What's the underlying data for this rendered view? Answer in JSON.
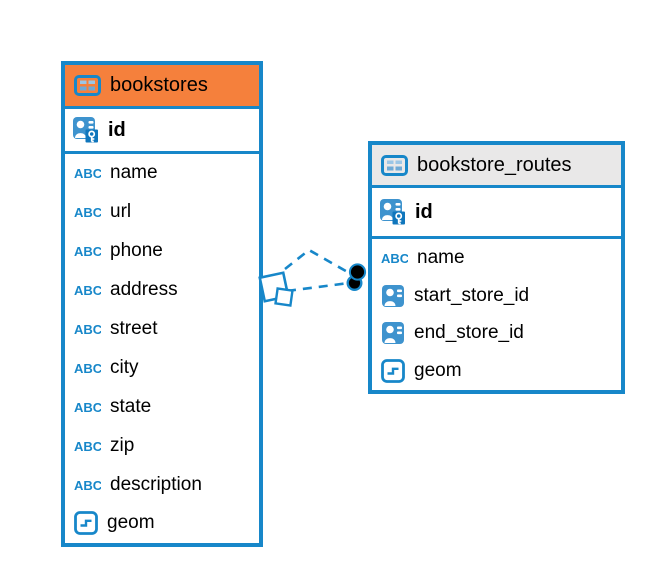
{
  "diagram": {
    "background": "#FFFFFF",
    "colors": {
      "accent_blue": "#1787C9",
      "bookstores_header": "#F5803C",
      "routes_header": "#E9E8E8",
      "text": "#000000",
      "icon_fill_blue": "#3E93CE",
      "key_badge_blue": "#0F76BC",
      "connector_dot": "#000000"
    },
    "tables": [
      {
        "name": "bookstores",
        "icon": "table-icon",
        "primary_key": {
          "name": "id",
          "icon": "primary-key-icon"
        },
        "columns": [
          {
            "name": "name",
            "icon": "text-abc-icon"
          },
          {
            "name": "url",
            "icon": "text-abc-icon"
          },
          {
            "name": "phone",
            "icon": "text-abc-icon"
          },
          {
            "name": "address",
            "icon": "text-abc-icon"
          },
          {
            "name": "street",
            "icon": "text-abc-icon"
          },
          {
            "name": "city",
            "icon": "text-abc-icon"
          },
          {
            "name": "state",
            "icon": "text-abc-icon"
          },
          {
            "name": "zip",
            "icon": "text-abc-icon"
          },
          {
            "name": "description",
            "icon": "text-abc-icon"
          },
          {
            "name": "geom",
            "icon": "geometry-icon"
          }
        ]
      },
      {
        "name": "bookstore_routes",
        "icon": "table-icon",
        "primary_key": {
          "name": "id",
          "icon": "primary-key-icon"
        },
        "columns": [
          {
            "name": "name",
            "icon": "text-abc-icon"
          },
          {
            "name": "start_store_id",
            "icon": "person-reference-icon"
          },
          {
            "name": "end_store_id",
            "icon": "person-reference-icon"
          },
          {
            "name": "geom",
            "icon": "geometry-icon"
          }
        ]
      }
    ],
    "relationships": [
      {
        "from": "bookstores",
        "to": "bookstore_routes",
        "style": "dashed",
        "path": "upper"
      },
      {
        "from": "bookstores",
        "to": "bookstore_routes",
        "style": "dashed",
        "path": "lower"
      }
    ],
    "abc_icon_text": "ABC"
  }
}
